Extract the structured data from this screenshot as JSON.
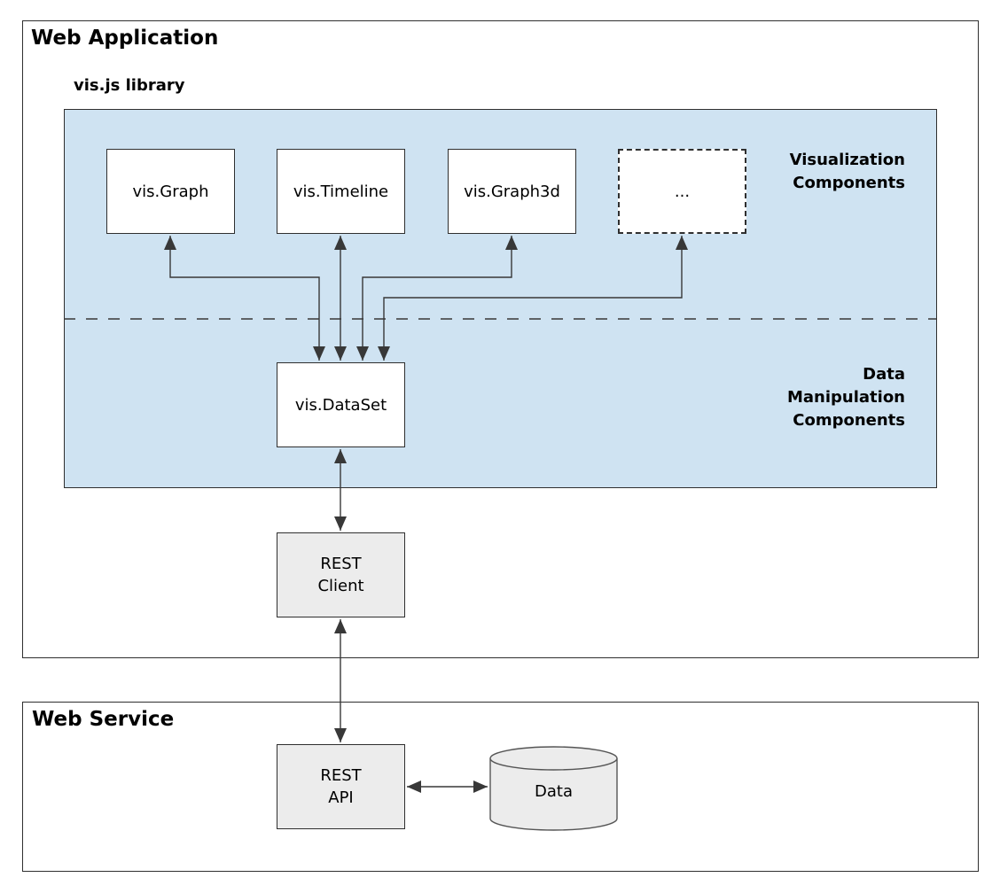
{
  "web_application": {
    "title": "Web Application",
    "vis_library": {
      "title": "vis.js library",
      "components": [
        "vis.Graph",
        "vis.Timeline",
        "vis.Graph3d",
        "..."
      ],
      "visualization_label": [
        "Visualization",
        "Components"
      ],
      "manipulation_label": [
        "Data",
        "Manipulation",
        "Components"
      ],
      "dataset_label": "vis.DataSet"
    },
    "rest_client_label": [
      "REST",
      "Client"
    ]
  },
  "web_service": {
    "title": "Web Service",
    "rest_api_label": [
      "REST",
      "API"
    ],
    "data_store_label": "Data"
  },
  "colors": {
    "panel_background": "#cfe3f2",
    "component_box_background": "#ffffff",
    "rest_box_background": "#ececec",
    "connector": "#383838",
    "border": "#2f2f2f"
  }
}
